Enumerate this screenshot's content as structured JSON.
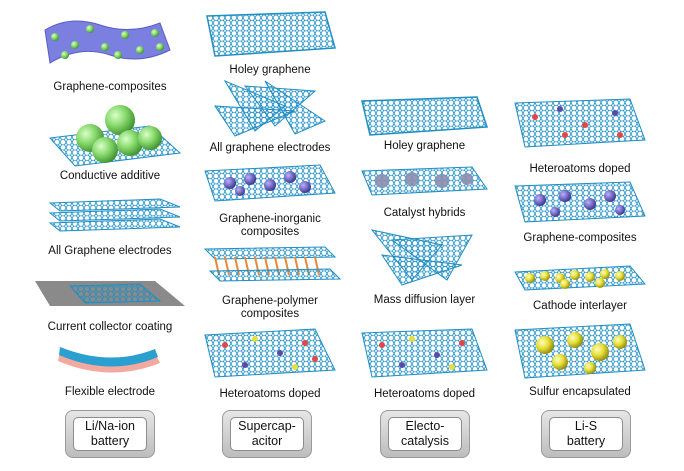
{
  "columns": [
    {
      "id": "li-na",
      "button": "Li/Na-ion\nbattery",
      "items": [
        "Graphene-composites",
        "Conductive additive",
        "All Graphene electrodes",
        "Current collector coating",
        "Flexible electrode"
      ]
    },
    {
      "id": "supercap",
      "button": "Supercap-\nacitor",
      "items": [
        "Holey graphene",
        "All graphene electrodes",
        "Graphene-inorganic\ncomposites",
        "Graphene-polymer\ncomposites",
        "Heteroatoms doped"
      ]
    },
    {
      "id": "electro",
      "button": "Electo-\ncatalysis",
      "items": [
        "Holey graphene",
        "Catalyst hybrids",
        "Mass diffusion layer",
        "Heteroatoms doped"
      ]
    },
    {
      "id": "lis",
      "button": "Li-S\nbattery",
      "items": [
        "Heteroatoms doped",
        "Graphene-composites",
        "Cathode interlayer",
        "Sulfur encapsulated"
      ]
    }
  ],
  "colors": {
    "graphene": "#2a9fd0",
    "graphene_dark": "#1a6f9a",
    "blue_sheet": "#7b7fe0",
    "green_ball": "#7fd66a",
    "orange": "#e8883a",
    "yellow": "#e6e03a",
    "red_atom": "#e04848",
    "purple": "#5a4aa8",
    "gray_plate": "#8a8a8a",
    "button_frame": "#c4c4c4"
  }
}
